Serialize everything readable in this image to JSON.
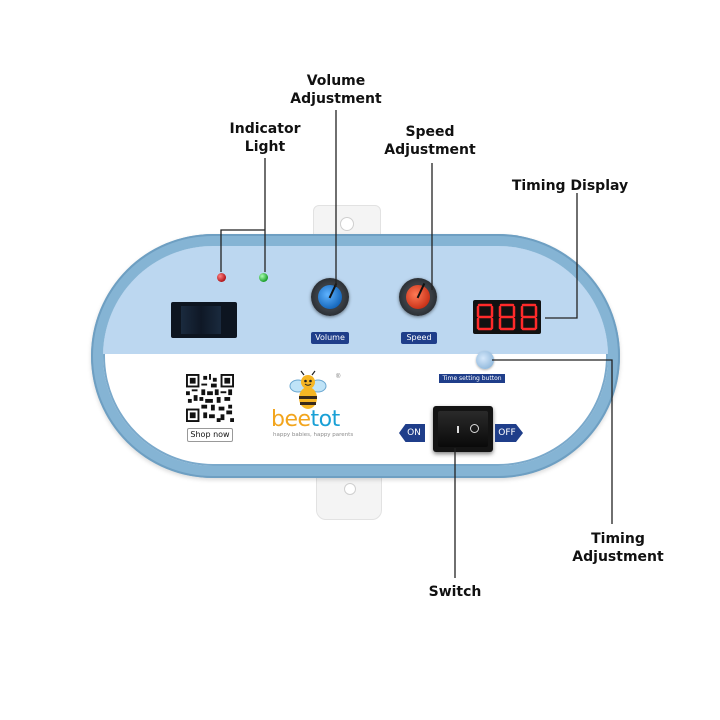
{
  "callouts": {
    "volume": [
      "Volume",
      "Adjustment"
    ],
    "indicator": [
      "Indicator",
      "Light"
    ],
    "speed": [
      "Speed",
      "Adjustment"
    ],
    "timing_display": "Timing Display",
    "timing_adjustment": [
      "Timing",
      "Adjustment"
    ],
    "switch": "Switch"
  },
  "panel": {
    "volume_label": "Volume",
    "speed_label": "Speed",
    "time_button_label": "Time setting button",
    "display_value": "888",
    "switch_on_label": "ON",
    "switch_off_label": "OFF",
    "shop_label": "Shop now",
    "brand_part1": "bee",
    "brand_part2": "tot",
    "brand_tagline": "happy babies, happy parents",
    "brand_reg": "®"
  },
  "colors": {
    "panel_rim": "#85b4d4",
    "panel_top": "#bcd7f0",
    "label_navy": "#1f3e8a",
    "led_red": "#b0151a",
    "led_green": "#1a9e2a",
    "display_red": "#ff2a2a",
    "volume_knob": "#0d5fb5",
    "speed_knob": "#c32a12",
    "brand_orange": "#f2a51e",
    "brand_blue": "#19a0d6"
  }
}
